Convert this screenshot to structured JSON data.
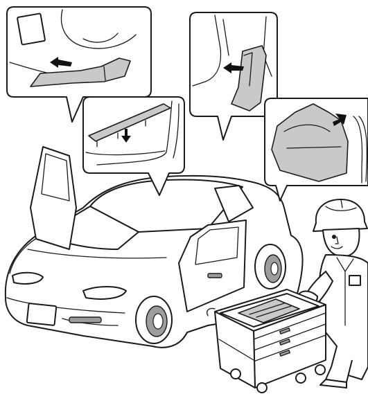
{
  "illustration": {
    "callouts": [
      {
        "name": "front-kick-panel",
        "arrow": "left"
      },
      {
        "name": "door-sill-scuff-plate",
        "arrow": "down"
      },
      {
        "name": "center-pillar-lower-trim",
        "arrow": "left"
      },
      {
        "name": "rear-quarter-trim-panel",
        "arrow": "up-right"
      }
    ],
    "colors": {
      "line": "#1a1a1a",
      "part_fill": "#c9c9c9",
      "background": "#ffffff"
    }
  }
}
